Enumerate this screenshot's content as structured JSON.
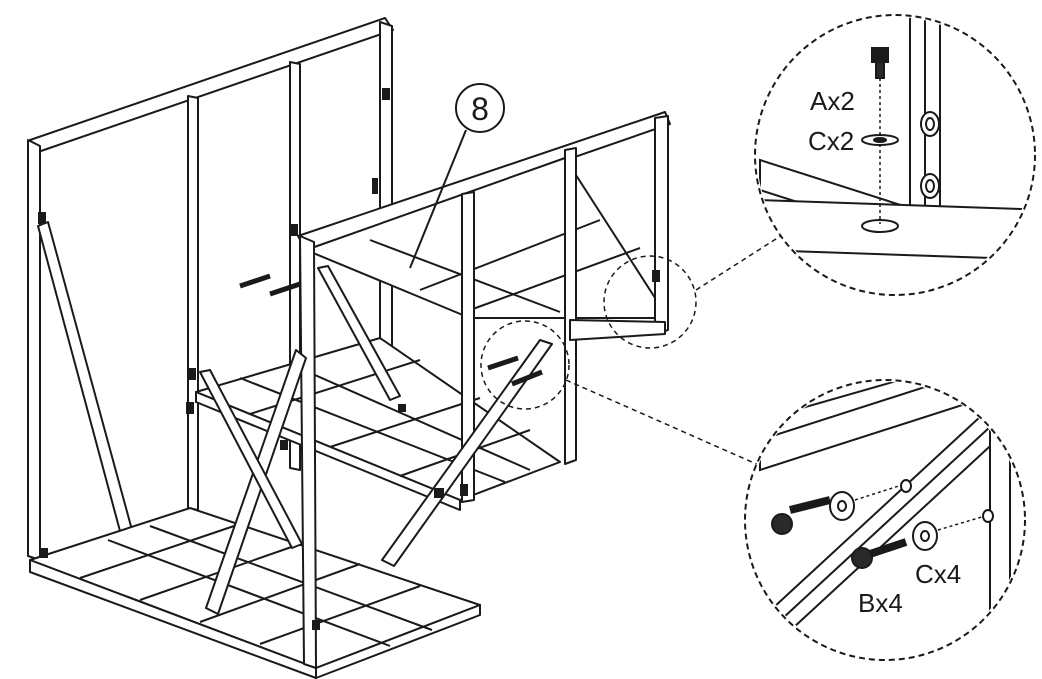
{
  "step": {
    "part_number": "8"
  },
  "callouts": {
    "top": {
      "label_a": "Ax2",
      "label_c": "Cx2"
    },
    "bottom": {
      "label_b": "Bx4",
      "label_c": "Cx4"
    }
  },
  "colors": {
    "line": "#1a1a1a",
    "fill": "#ffffff",
    "metal": "#2a2a2a"
  }
}
